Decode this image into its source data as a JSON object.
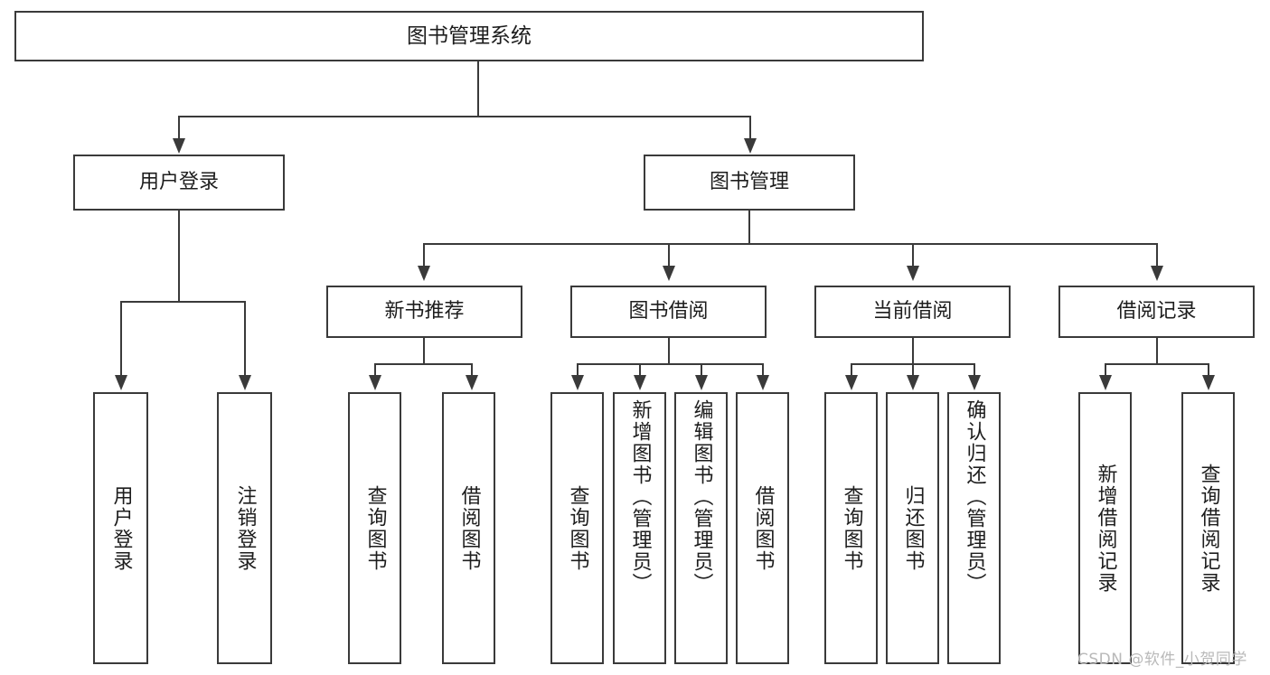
{
  "diagram": {
    "title": "图书管理系统",
    "type": "hierarchy-tree",
    "root": {
      "label": "图书管理系统"
    },
    "level2": [
      {
        "label": "用户登录"
      },
      {
        "label": "图书管理"
      }
    ],
    "level3": [
      {
        "label": "新书推荐"
      },
      {
        "label": "图书借阅"
      },
      {
        "label": "当前借阅"
      },
      {
        "label": "借阅记录"
      }
    ],
    "leaves": {
      "user_login": [
        {
          "label": "用户登录"
        },
        {
          "label": "注销登录"
        }
      ],
      "new_book_recommend": [
        {
          "label": "查询图书"
        },
        {
          "label": "借阅图书"
        }
      ],
      "book_borrow": [
        {
          "label": "查询图书"
        },
        {
          "label": "新增图书（管理员）"
        },
        {
          "label": "编辑图书（管理员）"
        },
        {
          "label": "借阅图书"
        }
      ],
      "current_borrow": [
        {
          "label": "查询图书"
        },
        {
          "label": "归还图书"
        },
        {
          "label": "确认归还（管理员）"
        }
      ],
      "borrow_record": [
        {
          "label": "新增借阅记录"
        },
        {
          "label": "查询借阅记录"
        }
      ]
    }
  },
  "watermark": {
    "text": "CSDN @软件_小贺同学"
  },
  "colors": {
    "stroke": "#3a3a3a",
    "text": "#1d1d1d",
    "background": "#ffffff",
    "watermark": "#b9b9b9"
  }
}
